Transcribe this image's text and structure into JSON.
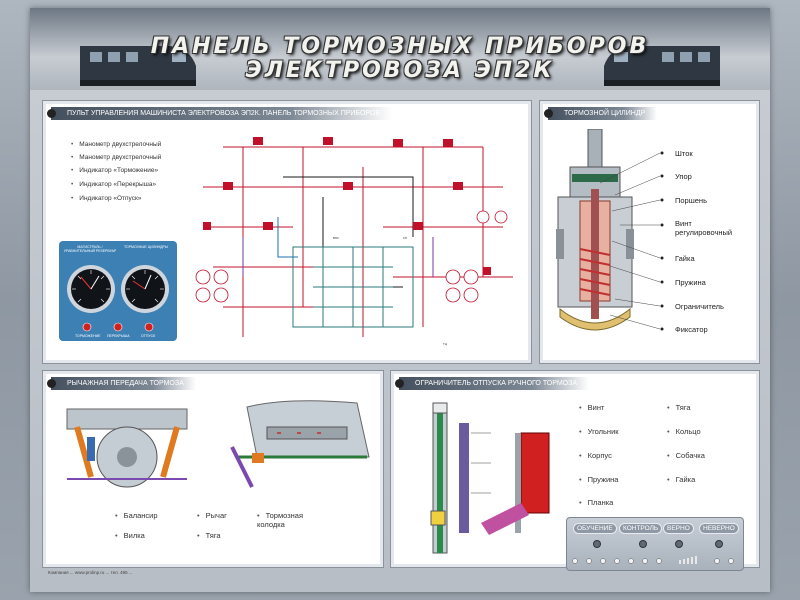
{
  "header": {
    "title_line1": "ПАНЕЛЬ ТОРМОЗНЫХ ПРИБОРОВ",
    "title_line2": "ЭЛЕКТРОВОЗА ЭП2К"
  },
  "panels": {
    "control": {
      "title": "ПУЛЬТ УПРАВЛЕНИЯ МАШИНИСТА ЭЛЕКТРОВОЗА ЭП2К. ПАНЕЛЬ ТОРМОЗНЫХ ПРИБОРОВ",
      "items": [
        "Манометр двухстрелочный",
        "Манометр двухстрелочный",
        "Индикатор «Торможение»",
        "Индикатор «Перекрыша»",
        "Индикатор «Отпуск»"
      ],
      "gauge_caption_left": "МАГИСТРАЛЬ / УРАВНИТЕЛЬНЫЙ РЕЗЕРВУАР",
      "gauge_caption_right": "ТОРМОЗНЫЕ ЦИЛИНДРЫ",
      "lamps": [
        "ТОРМОЖЕНИЕ",
        "ПЕРЕКРЫША",
        "ОТПУСК"
      ]
    },
    "cylinder": {
      "title": "ТОРМОЗНОЙ ЦИЛИНДР",
      "labels": [
        "Шток",
        "Упор",
        "Поршень",
        "Винт регулировочный",
        "Гайка",
        "Пружина",
        "Ограничитель",
        "Фиксатор"
      ]
    },
    "lever": {
      "title": "РЫЧАЖНАЯ ПЕРЕДАЧА ТОРМОЗА",
      "labels": [
        "Балансир",
        "Вилка",
        "Рычаг",
        "Тяга",
        "Тормозная колодка"
      ]
    },
    "limiter": {
      "title": "ОГРАНИЧИТЕЛЬ ОТПУСКА РУЧНОГО ТОРМОЗА",
      "labels_left": [
        "Винт",
        "Угольник",
        "Корпус",
        "Пружина",
        "Планка"
      ],
      "labels_right": [
        "Тяга",
        "Кольцо",
        "Собачка",
        "Гайка"
      ]
    }
  },
  "controls": {
    "training": "ОБУЧЕНИЕ",
    "control": "КОНТРОЛЬ",
    "correct": "ВЕРНО",
    "wrong": "НЕВЕРНО"
  },
  "footer": "Компания ... www.prolinp.ru ... тел. 495 ..."
}
